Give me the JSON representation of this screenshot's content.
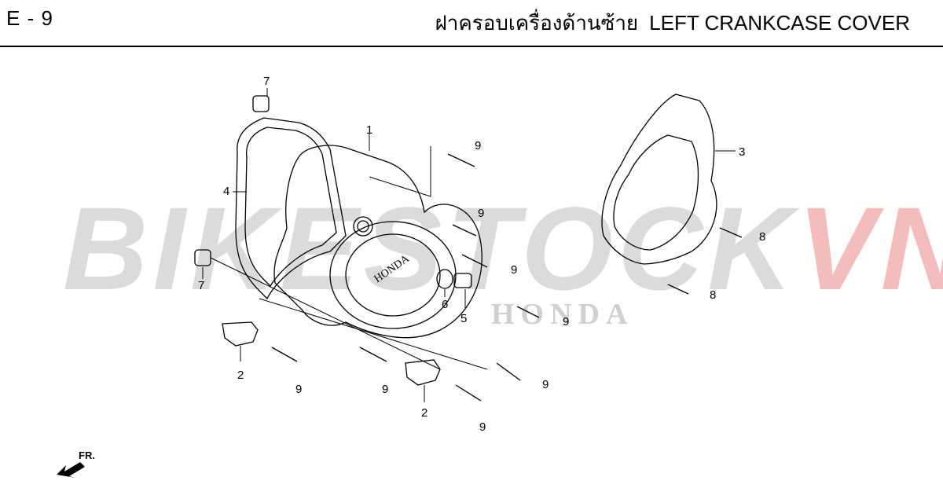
{
  "header": {
    "page_code": "E - 9",
    "title_thai": "ฝาครอบเครื่องด้านซ้าย",
    "title_en": "LEFT CRANKCASE COVER"
  },
  "watermark": {
    "main": "BIKESTOCK",
    "accent": "VN",
    "brand": "HONDA",
    "accent_color": "#f2a6a6"
  },
  "cover_logo": "HONDA",
  "direction_marker": "FR.",
  "callouts": {
    "c1": "1",
    "c2a": "2",
    "c2b": "2",
    "c3": "3",
    "c4": "4",
    "c5": "5",
    "c6": "6",
    "c7a": "7",
    "c7b": "7",
    "c8a": "8",
    "c8b": "8",
    "c9a": "9",
    "c9b": "9",
    "c9c": "9",
    "c9d": "9",
    "c9e": "9",
    "c9f": "9",
    "c9g": "9",
    "c9h": "9"
  }
}
